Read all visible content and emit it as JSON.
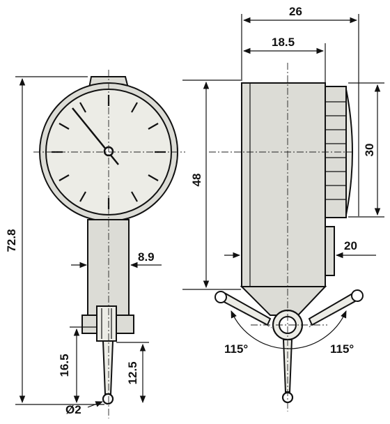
{
  "drawing": {
    "dimensions": {
      "total_length": "72.8",
      "stem_width": "8.9",
      "tip_length": "16.5",
      "tip_to_pivot": "12.5",
      "ball_diameter": "Ø2",
      "body_depth": "26",
      "body_depth_front": "18.5",
      "body_height": "48",
      "crystal_height": "30",
      "dovetail": "20",
      "swivel_angle_left": "115°",
      "swivel_angle_right": "115°"
    }
  }
}
